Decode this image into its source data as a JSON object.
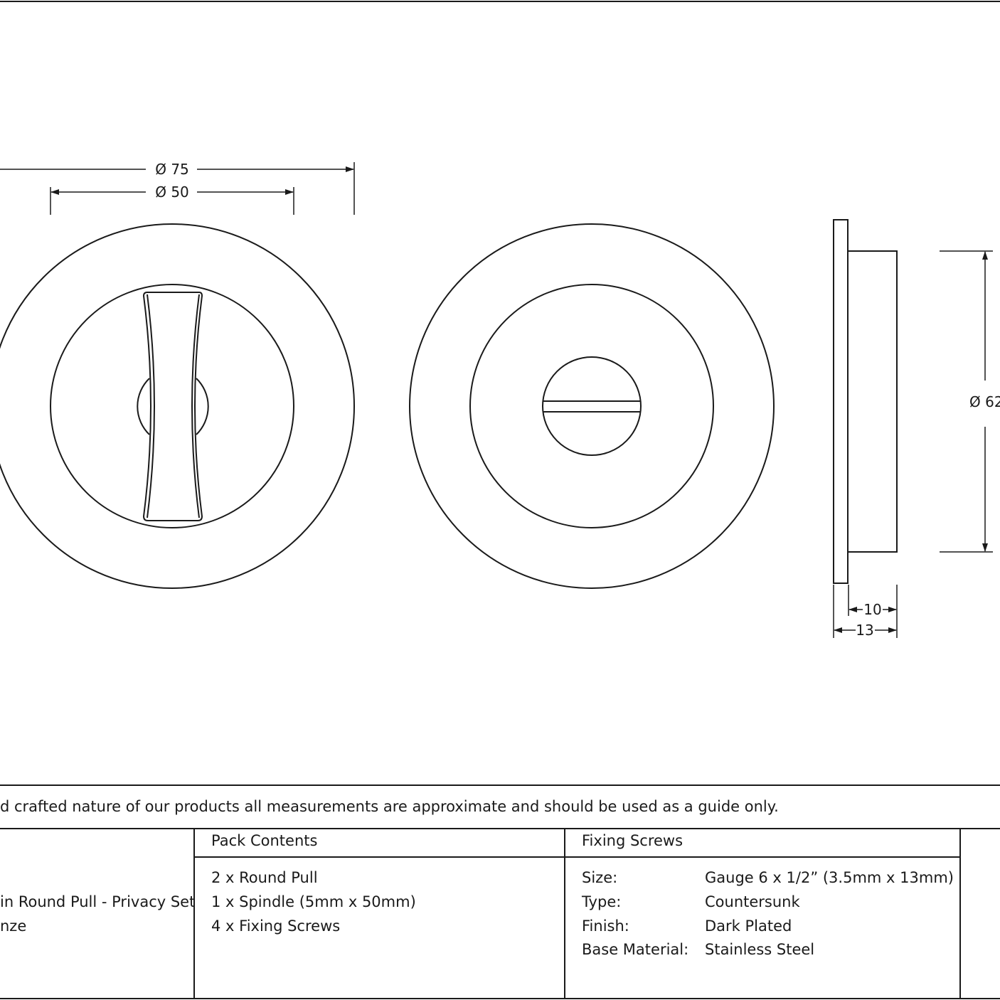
{
  "dimensions": {
    "outer_diameter": "Ø 75",
    "inner_diameter": "Ø 50",
    "side_diameter": "Ø 62",
    "depth_inner": "10",
    "depth_total": "13"
  },
  "disclaimer": "d crafted nature of our products all measurements are approximate and should be used as a guide only.",
  "product": {
    "line1": "in Round Pull - Privacy Set",
    "line2": "nze"
  },
  "pack_contents": {
    "header": "Pack Contents",
    "items": [
      "2 x Round Pull",
      "1 x Spindle (5mm x 50mm)",
      "4 x Fixing Screws"
    ]
  },
  "fixing_screws": {
    "header": "Fixing Screws",
    "rows": [
      {
        "label": "Size:",
        "value": "Gauge 6 x 1/2” (3.5mm x 13mm)"
      },
      {
        "label": "Type:",
        "value": "Countersunk"
      },
      {
        "label": "Finish:",
        "value": "Dark Plated"
      },
      {
        "label": "Base Material:",
        "value": "Stainless Steel"
      }
    ]
  }
}
